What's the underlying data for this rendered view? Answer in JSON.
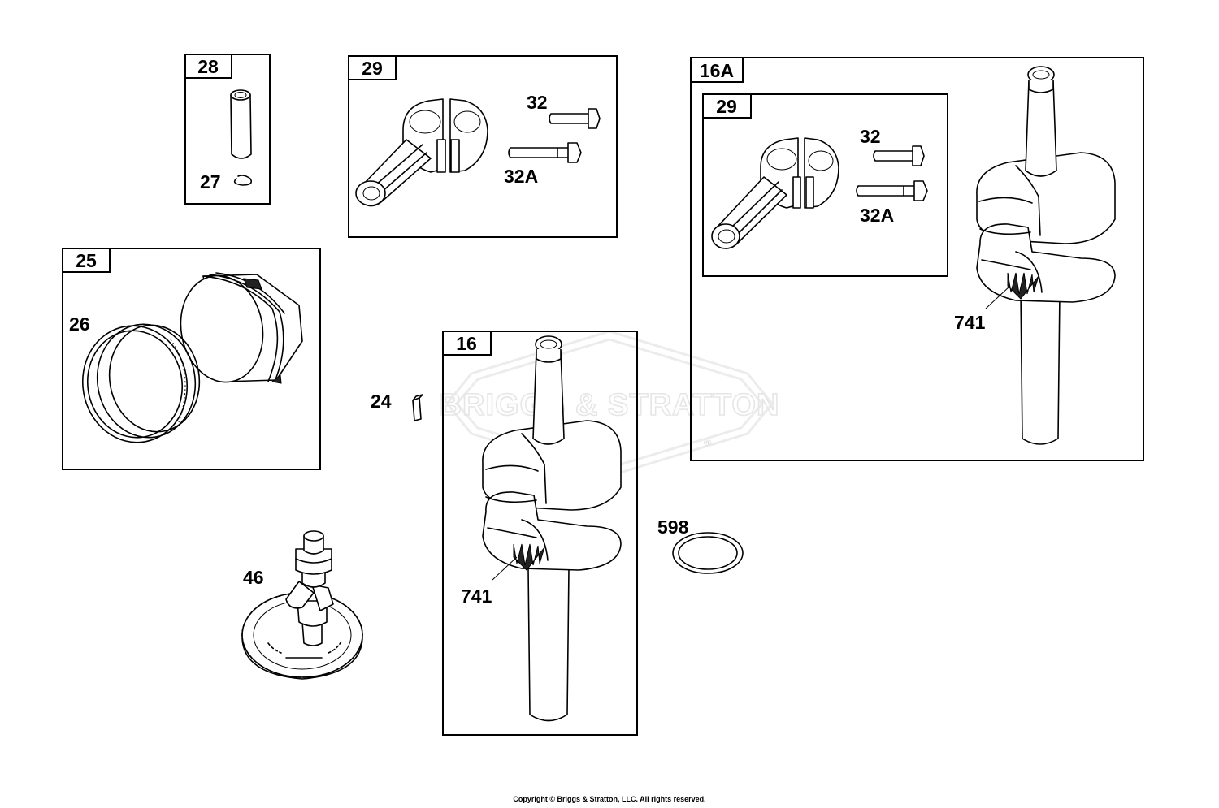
{
  "watermark": {
    "brand": "BRIGGS & STRATTON",
    "registered_mark": "®"
  },
  "copyright": "Copyright © Briggs & Stratton, LLC. All rights reserved.",
  "groups": {
    "g28": "28",
    "g29": "29",
    "g16A": "16A",
    "g29_inner": "29",
    "g25": "25",
    "g16": "16"
  },
  "callouts": {
    "c27": "27",
    "c32": "32",
    "c32A": "32A",
    "c32_inner": "32",
    "c32A_inner": "32A",
    "c741_16A": "741",
    "c26": "26",
    "c24": "24",
    "c598": "598",
    "c46": "46",
    "c741_16": "741"
  }
}
